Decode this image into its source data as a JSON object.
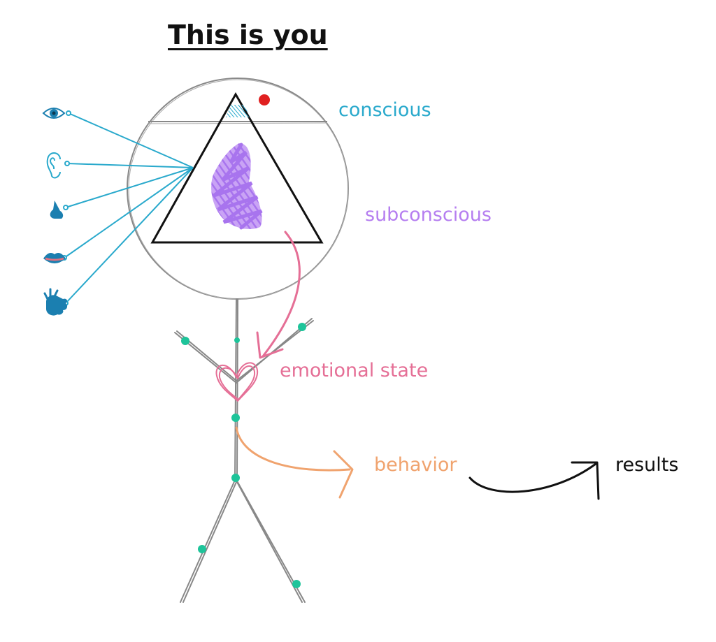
{
  "title": "This is you",
  "labels": {
    "conscious": "conscious",
    "subconscious": "subconscious",
    "emotional_state": "emotional state",
    "behavior": "behavior",
    "results": "results"
  },
  "colors": {
    "conscious": "#29a9cc",
    "subconscious": "#b57ef0",
    "emotional_state": "#e56f96",
    "behavior": "#f0a36e",
    "results": "#111111",
    "joints": "#1ec49a",
    "red_dot": "#e02020",
    "outline": "#777777"
  },
  "senses": [
    "eye-icon",
    "ear-icon",
    "nose-icon",
    "mouth-icon",
    "hand-icon"
  ]
}
